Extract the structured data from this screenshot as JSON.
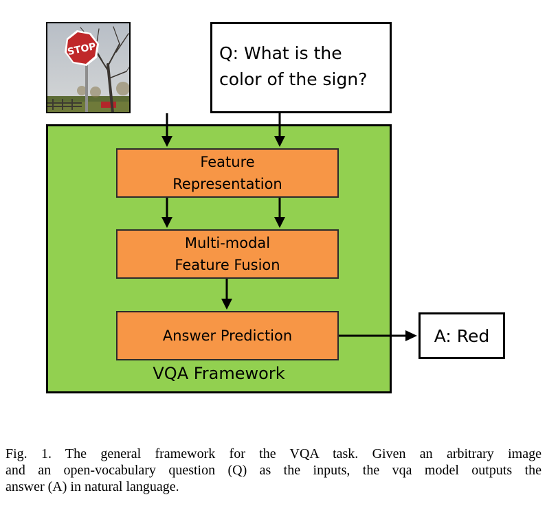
{
  "inputs": {
    "question_text": "Q: What is the\ncolor of the sign?",
    "stop_sign_text": "STOP"
  },
  "framework": {
    "label": "VQA Framework",
    "blocks": {
      "feature_representation": "Feature\nRepresentation",
      "multimodal_fusion": "Multi-modal\nFeature Fusion",
      "answer_prediction": "Answer Prediction"
    }
  },
  "output": {
    "answer_text": "A: Red"
  },
  "caption": {
    "line1": "Fig. 1.  The general framework for the VQA task. Given an arbitrary image",
    "line2": "and an open-vocabulary question (Q) as the inputs, the vqa model outputs the",
    "line3": "answer (A) in natural language."
  },
  "colors": {
    "framework_fill": "#92d050",
    "block_fill": "#f79646",
    "stop_sign_red": "#c0282a"
  },
  "icons": {
    "input_image": "stop-sign-photo"
  }
}
